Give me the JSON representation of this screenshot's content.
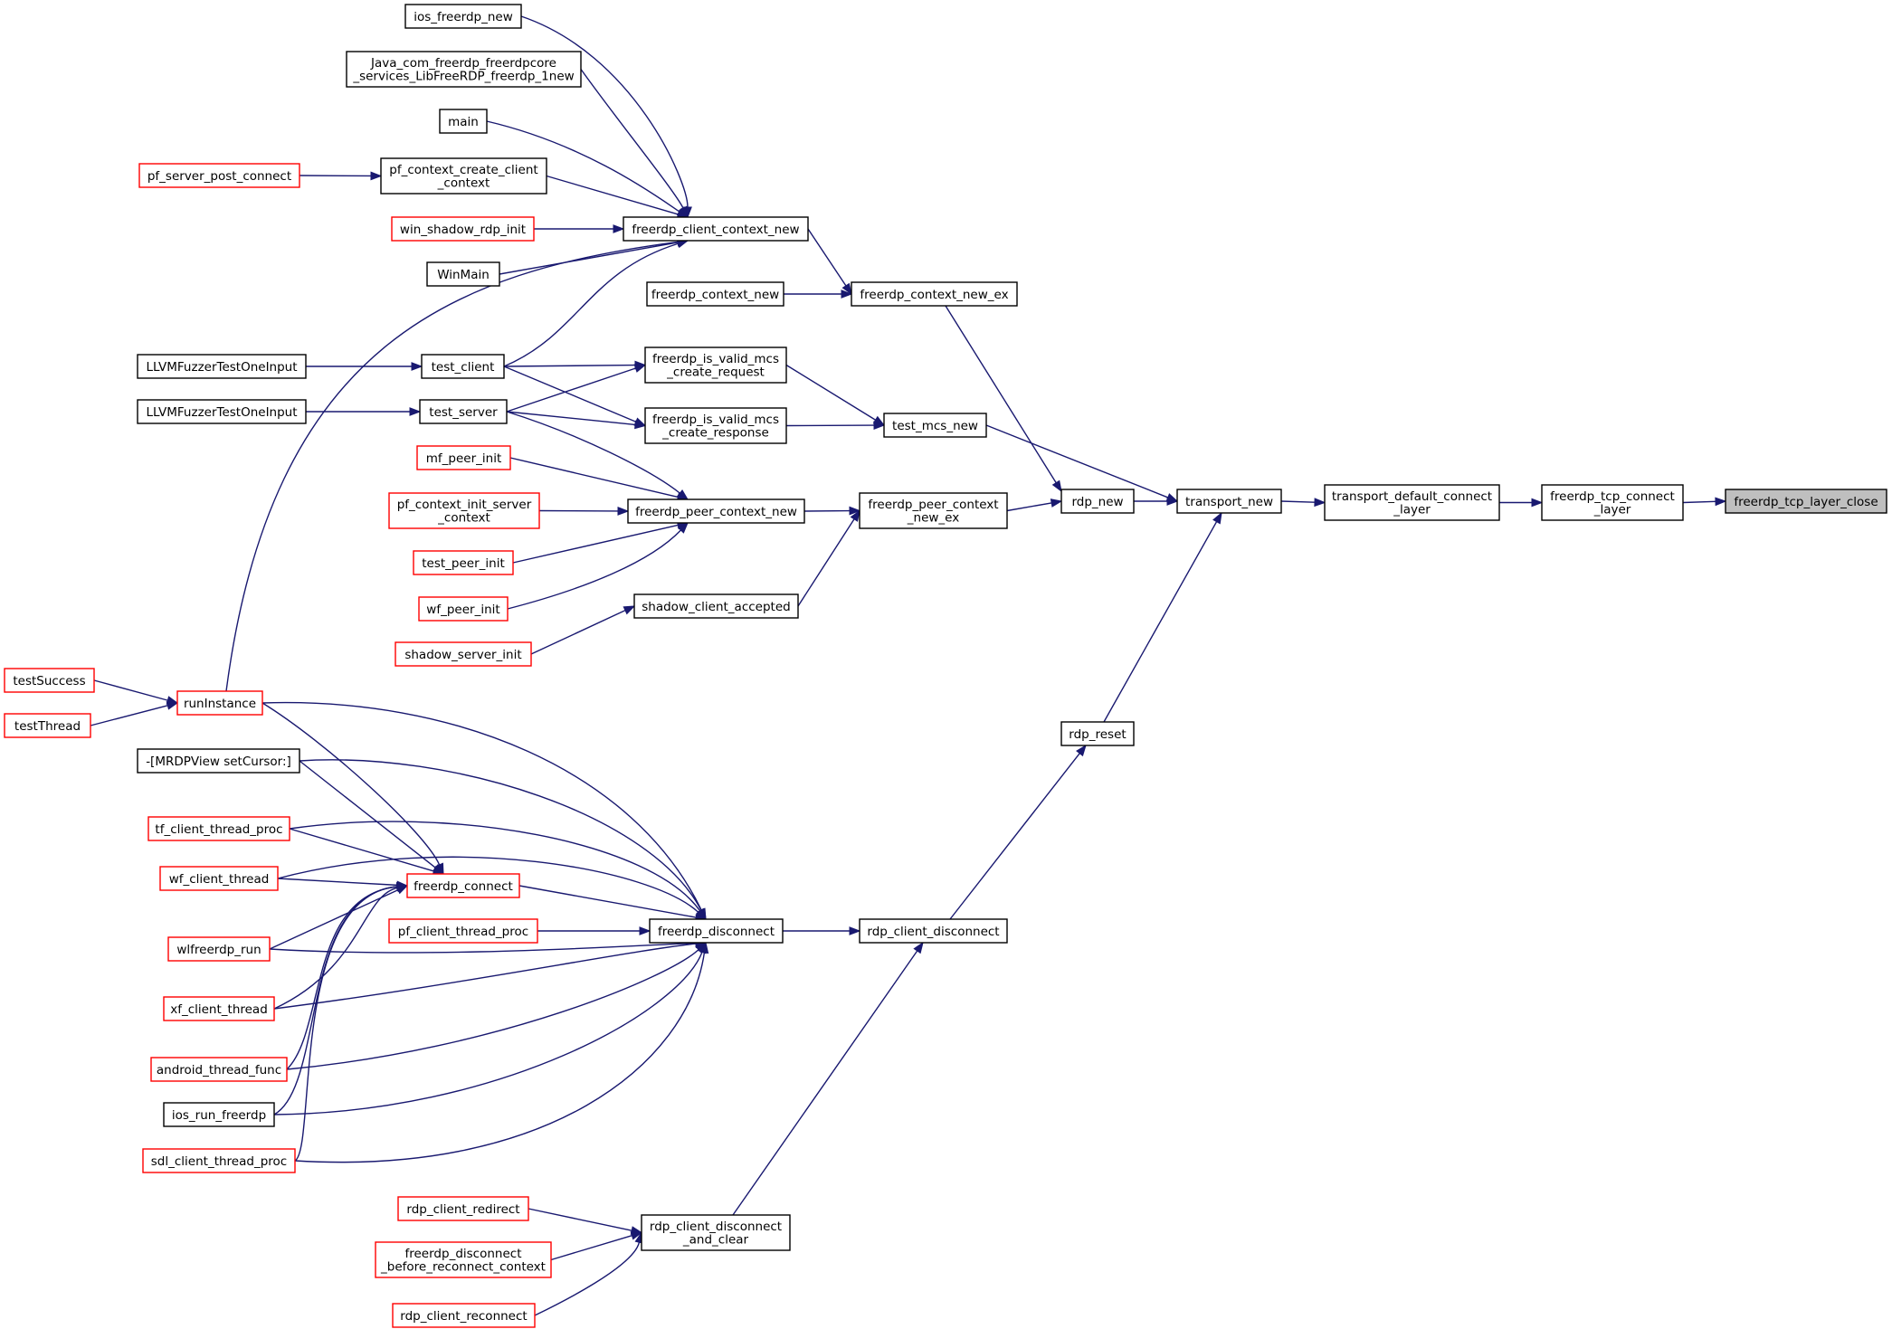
{
  "colors": {
    "edge": "#191970",
    "node_border_default": "#000000",
    "node_border_truncated": "#ff0000",
    "node_fill_default": "#ffffff",
    "node_fill_focus": "#bfbfbf"
  },
  "nodes": [
    {
      "id": "focus",
      "lines": [
        "freerdp_tcp_layer_close"
      ],
      "style": "focus"
    },
    {
      "id": "tcp_connect",
      "lines": [
        "freerdp_tcp_connect",
        "_layer"
      ],
      "style": "normal"
    },
    {
      "id": "tdcl",
      "lines": [
        "transport_default_connect",
        "_layer"
      ],
      "style": "normal"
    },
    {
      "id": "transport_new",
      "lines": [
        "transport_new"
      ],
      "style": "normal"
    },
    {
      "id": "rdp_new",
      "lines": [
        "rdp_new"
      ],
      "style": "normal"
    },
    {
      "id": "rdp_reset",
      "lines": [
        "rdp_reset"
      ],
      "style": "normal"
    },
    {
      "id": "rdp_client_disconnect",
      "lines": [
        "rdp_client_disconnect"
      ],
      "style": "normal"
    },
    {
      "id": "rdp_cdac",
      "lines": [
        "rdp_client_disconnect",
        "_and_clear"
      ],
      "style": "normal"
    },
    {
      "id": "test_mcs_new",
      "lines": [
        "test_mcs_new"
      ],
      "style": "normal"
    },
    {
      "id": "ctx_new_ex",
      "lines": [
        "freerdp_context_new_ex"
      ],
      "style": "normal"
    },
    {
      "id": "peer_ctx_new_ex",
      "lines": [
        "freerdp_peer_context",
        "_new_ex"
      ],
      "style": "normal"
    },
    {
      "id": "ctx_new",
      "lines": [
        "freerdp_context_new"
      ],
      "style": "normal"
    },
    {
      "id": "client_ctx_new",
      "lines": [
        "freerdp_client_context_new"
      ],
      "style": "normal"
    },
    {
      "id": "valid_req",
      "lines": [
        "freerdp_is_valid_mcs",
        "_create_request"
      ],
      "style": "normal"
    },
    {
      "id": "valid_resp",
      "lines": [
        "freerdp_is_valid_mcs",
        "_create_response"
      ],
      "style": "normal"
    },
    {
      "id": "peer_ctx_new",
      "lines": [
        "freerdp_peer_context_new"
      ],
      "style": "normal"
    },
    {
      "id": "shadow_accepted",
      "lines": [
        "shadow_client_accepted"
      ],
      "style": "normal"
    },
    {
      "id": "freerdp_disconnect",
      "lines": [
        "freerdp_disconnect"
      ],
      "style": "normal"
    },
    {
      "id": "ios_freerdp_new",
      "lines": [
        "ios_freerdp_new"
      ],
      "style": "normal"
    },
    {
      "id": "java_new",
      "lines": [
        "Java_com_freerdp_freerdpcore",
        "_services_LibFreeRDP_freerdp_1new"
      ],
      "style": "normal"
    },
    {
      "id": "main",
      "lines": [
        "main"
      ],
      "style": "normal"
    },
    {
      "id": "pf_cccc",
      "lines": [
        "pf_context_create_client",
        "_context"
      ],
      "style": "normal"
    },
    {
      "id": "pf_spc",
      "lines": [
        "pf_server_post_connect"
      ],
      "style": "truncated"
    },
    {
      "id": "win_shadow",
      "lines": [
        "win_shadow_rdp_init"
      ],
      "style": "truncated"
    },
    {
      "id": "winmain",
      "lines": [
        "WinMain"
      ],
      "style": "normal"
    },
    {
      "id": "test_client",
      "lines": [
        "test_client"
      ],
      "style": "normal"
    },
    {
      "id": "test_server",
      "lines": [
        "test_server"
      ],
      "style": "normal"
    },
    {
      "id": "llvm1",
      "lines": [
        "LLVMFuzzerTestOneInput"
      ],
      "style": "normal"
    },
    {
      "id": "llvm2",
      "lines": [
        "LLVMFuzzerTestOneInput"
      ],
      "style": "normal"
    },
    {
      "id": "mf_peer",
      "lines": [
        "mf_peer_init"
      ],
      "style": "truncated"
    },
    {
      "id": "pf_cisc",
      "lines": [
        "pf_context_init_server",
        "_context"
      ],
      "style": "truncated"
    },
    {
      "id": "test_peer",
      "lines": [
        "test_peer_init"
      ],
      "style": "truncated"
    },
    {
      "id": "wf_peer",
      "lines": [
        "wf_peer_init"
      ],
      "style": "truncated"
    },
    {
      "id": "shadow_srv",
      "lines": [
        "shadow_server_init"
      ],
      "style": "truncated"
    },
    {
      "id": "runInstance",
      "lines": [
        "runInstance"
      ],
      "style": "truncated"
    },
    {
      "id": "testSuccess",
      "lines": [
        "testSuccess"
      ],
      "style": "truncated"
    },
    {
      "id": "testThread",
      "lines": [
        "testThread"
      ],
      "style": "truncated"
    },
    {
      "id": "mrdp",
      "lines": [
        "-[MRDPView setCursor:]"
      ],
      "style": "normal"
    },
    {
      "id": "tf_client",
      "lines": [
        "tf_client_thread_proc"
      ],
      "style": "truncated"
    },
    {
      "id": "wf_client",
      "lines": [
        "wf_client_thread"
      ],
      "style": "truncated"
    },
    {
      "id": "freerdp_connect",
      "lines": [
        "freerdp_connect"
      ],
      "style": "truncated"
    },
    {
      "id": "pf_ctp",
      "lines": [
        "pf_client_thread_proc"
      ],
      "style": "truncated"
    },
    {
      "id": "wlfreerdp",
      "lines": [
        "wlfreerdp_run"
      ],
      "style": "truncated"
    },
    {
      "id": "xf_client",
      "lines": [
        "xf_client_thread"
      ],
      "style": "truncated"
    },
    {
      "id": "android",
      "lines": [
        "android_thread_func"
      ],
      "style": "truncated"
    },
    {
      "id": "ios_run",
      "lines": [
        "ios_run_freerdp"
      ],
      "style": "normal"
    },
    {
      "id": "sdl_client",
      "lines": [
        "sdl_client_thread_proc"
      ],
      "style": "truncated"
    },
    {
      "id": "rdp_redirect",
      "lines": [
        "rdp_client_redirect"
      ],
      "style": "truncated"
    },
    {
      "id": "fd_brc",
      "lines": [
        "freerdp_disconnect",
        "_before_reconnect_context"
      ],
      "style": "truncated"
    },
    {
      "id": "rdp_reconnect",
      "lines": [
        "rdp_client_reconnect"
      ],
      "style": "truncated"
    }
  ]
}
